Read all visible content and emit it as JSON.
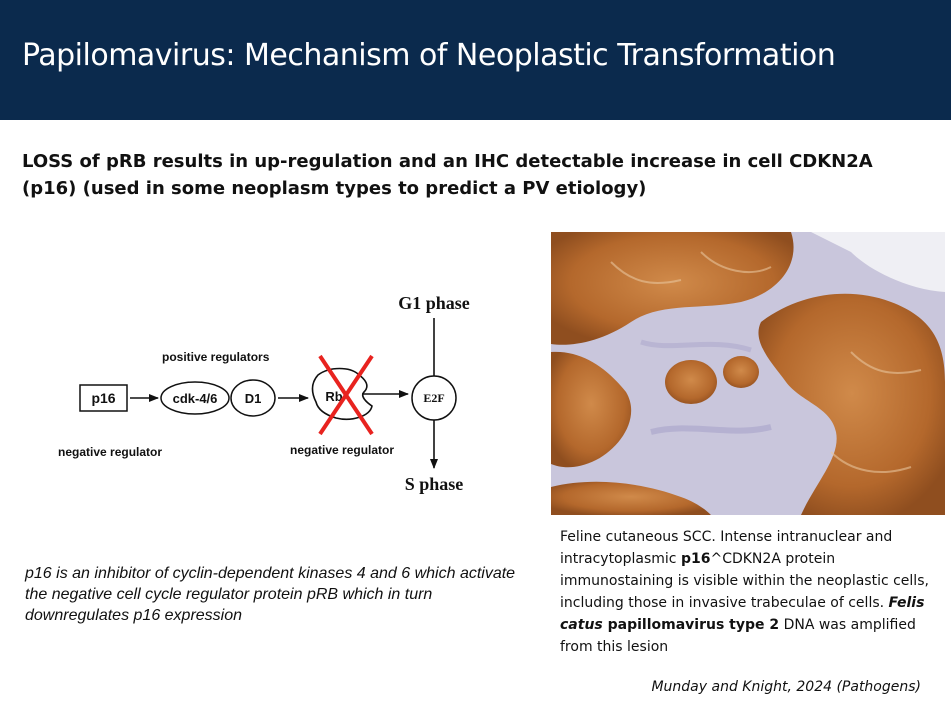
{
  "slide": {
    "title": "Papilomavirus: Mechanism of Neoplastic Transformation",
    "headline": "LOSS of pRB results in up-regulation and an IHC detectable increase in cell CDKN2A (p16) (used in some neoplasm types to predict a PV etiology)"
  },
  "diagram": {
    "g1_phase": "G1 phase",
    "s_phase": "S phase",
    "positive_regulators": "positive regulators",
    "negative_regulator_left": "negative regulator",
    "negative_regulator_right": "negative regulator",
    "p16": "p16",
    "cdk": "cdk-4/6",
    "d1": "D1",
    "rb": "Rb",
    "e2f": "E2F",
    "cross_color": "#e8231f"
  },
  "figure": {
    "caption_part1": "Feline cutaneous SCC. Intense intranuclear and intracytoplasmic ",
    "caption_bold1": "p16",
    "caption_part2": "^CDKN2A protein immunostaining is visible within the neoplastic cells, including those in invasive trabeculae of cells. ",
    "caption_bold_italic": "Felis catus",
    "caption_bold2": " papillomavirus type 2",
    "caption_part3": " DNA was amplified from this lesion"
  },
  "note": "p16 is an inhibitor of cyclin-dependent kinases 4 and 6 which activate the negative cell cycle regulator protein pRB which in turn downregulates p16 expression",
  "citation": "Munday and Knight, 2024 (Pathogens)"
}
